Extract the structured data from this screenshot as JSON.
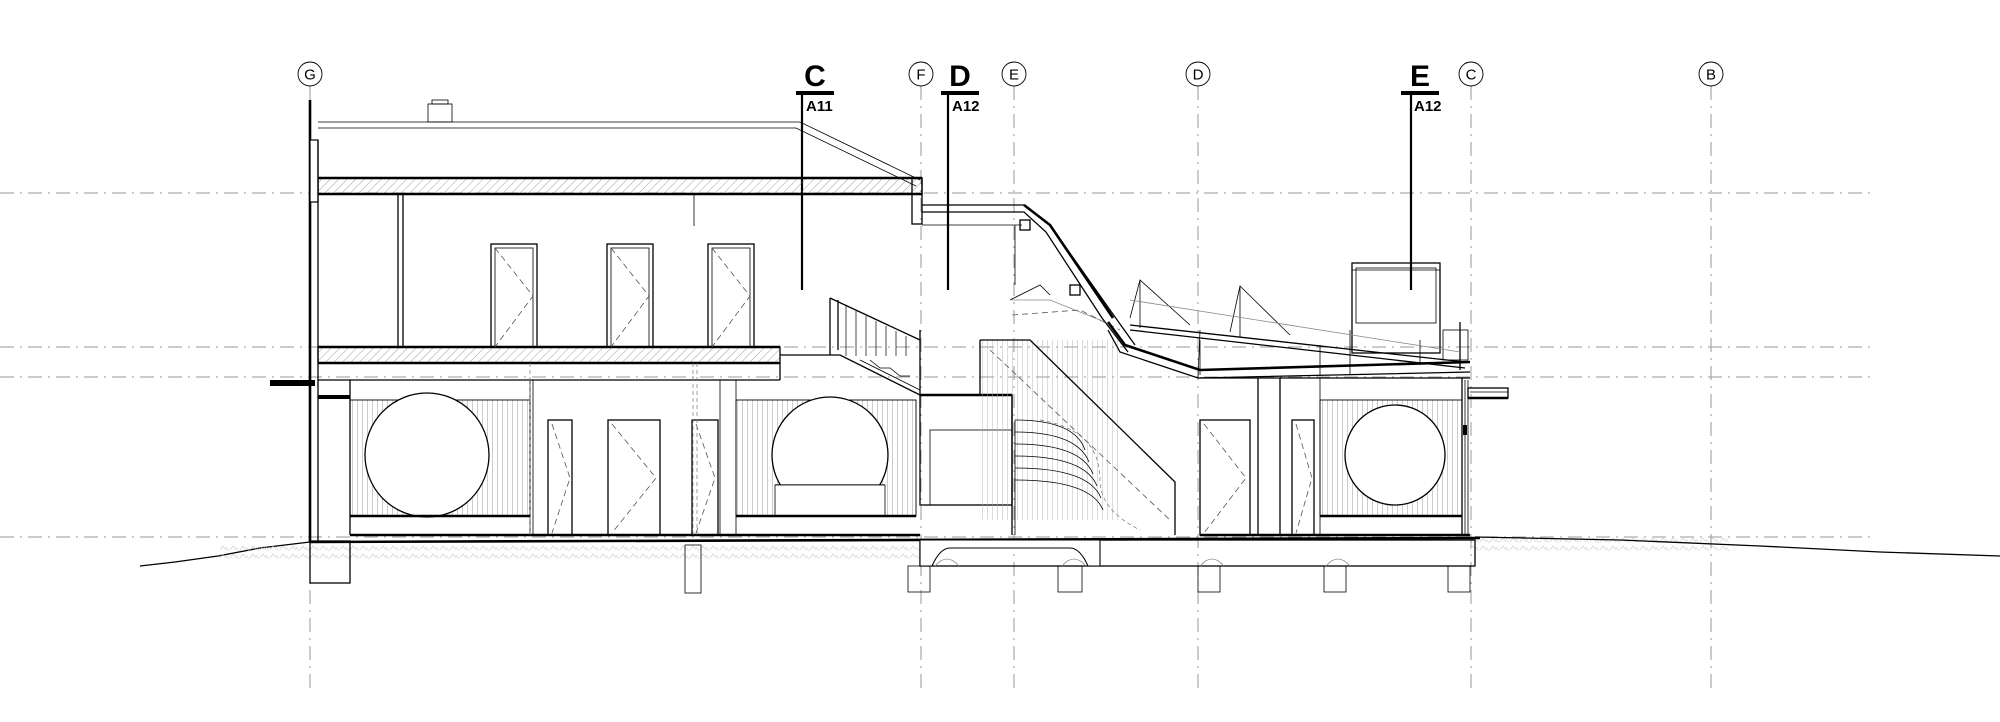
{
  "drawing": {
    "gridlines": [
      {
        "label": "G"
      },
      {
        "label": "F"
      },
      {
        "label": "E"
      },
      {
        "label": "D"
      },
      {
        "label": "C"
      },
      {
        "label": "B"
      }
    ],
    "section_markers": [
      {
        "letter": "C",
        "sheet": "A11"
      },
      {
        "letter": "D",
        "sheet": "A12"
      },
      {
        "letter": "E",
        "sheet": "A12"
      }
    ]
  }
}
